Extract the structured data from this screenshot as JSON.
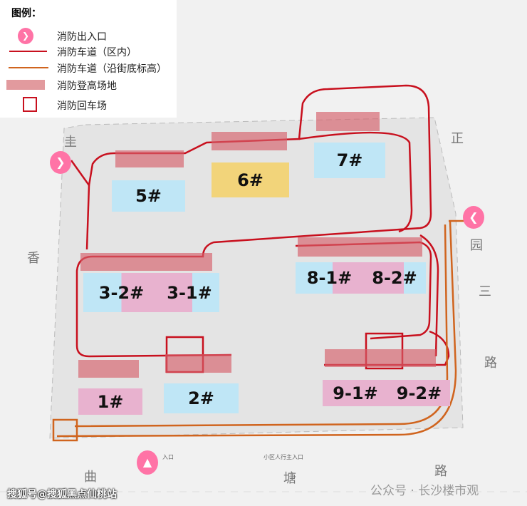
{
  "legend": {
    "title": "图例：",
    "items": [
      "消防出入口",
      "消防车道（区内）",
      "消防车道（沿街底标高）",
      "消防登高场地",
      "消防回车场"
    ]
  },
  "colors": {
    "fire_road": "#c8101e",
    "street_road": "#d0641e",
    "platform": "#d6606a",
    "entrance": "#ff73a6"
  },
  "buildings": {
    "b5": "5#",
    "b6": "6#",
    "b7": "7#",
    "b3_2": "3-2#",
    "b3_1": "3-1#",
    "b8_1": "8-1#",
    "b8_2": "8-2#",
    "b1": "1#",
    "b2": "2#",
    "b9_1": "9-1#",
    "b9_2": "9-2#"
  },
  "roads": {
    "left1": "圭",
    "left2": "香",
    "right1": "正",
    "right2": "园",
    "right3": "三",
    "right4": "路",
    "bottom1": "曲",
    "bottom2": "塘",
    "bottom3": "路"
  },
  "labels": {
    "entrance": "入口",
    "ped_entrance": "小区人行主入口"
  },
  "watermark": {
    "left": "搜狐号@搜狐黑点仙桃站",
    "right": "公众号 · 长沙楼市观"
  }
}
